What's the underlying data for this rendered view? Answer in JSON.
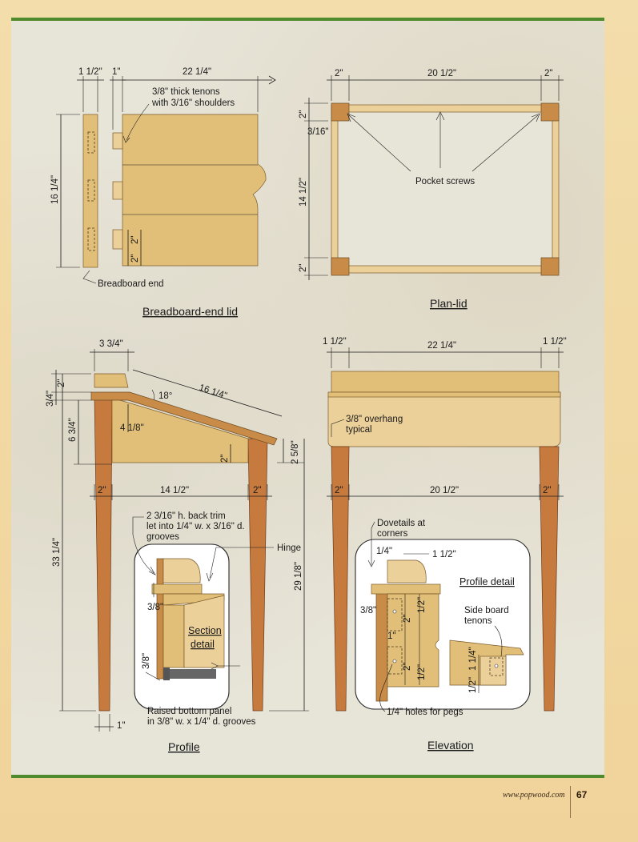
{
  "titles": {
    "breadboard": "Breadboard-end lid",
    "plan": "Plan-lid",
    "profile": "Profile",
    "elevation": "Elevation",
    "section": "Section detail",
    "profile_detail": "Profile detail"
  },
  "breadboard": {
    "w1": "1 1/2\"",
    "w2": "1\"",
    "w3": "22 1/4\"",
    "tenon1": "3/8\" thick tenons",
    "tenon2": "with 3/16\" shoulders",
    "height": "16 1/4\"",
    "t1": "2\"",
    "t2": "2\"",
    "end_label": "Breadboard end"
  },
  "plan": {
    "left": "2\"",
    "mid": "20 1/2\"",
    "right": "2\"",
    "top": "2\"",
    "side": "3/16\"",
    "height": "14 1/2\"",
    "bottom": "2\"",
    "screws": "Pocket screws"
  },
  "profile": {
    "top_w": "3 3/4\"",
    "angle": "18°",
    "slope": "16 1/4\"",
    "d34": "3/4\"",
    "d2": "2\"",
    "d634": "6 3/4\"",
    "d418": "4 1/8\"",
    "d2b": "2\"",
    "d258": "2 5/8\"",
    "leg_l": "2\"",
    "span": "14 1/2\"",
    "leg_r": "2\"",
    "height": "33 1/4\"",
    "inner_h": "29 1/8\"",
    "foot": "1\"",
    "trim1": "2 3/16\" h. back trim",
    "trim2": "let into 1/4\" w. x 3/16\" d.",
    "trim3": "grooves",
    "hinge": "Hinge",
    "s38a": "3/8\"",
    "s38b": "3/8\"",
    "panel1": "Raised bottom panel",
    "panel2": "in 3/8\" w. x 1/4\" d. grooves"
  },
  "elevation": {
    "left": "1 1/2\"",
    "mid": "22 1/4\"",
    "right": "1 1/2\"",
    "overhang1": "3/8\" overhang",
    "overhang2": "typical",
    "leg_l": "2\"",
    "span": "20 1/2\"",
    "leg_r": "2\"",
    "dovetail1": "Dovetails at",
    "dovetail2": "corners",
    "d14": "1/4\"",
    "d112": "1 1/2\"",
    "d38": "3/8\"",
    "d2a": "2\"",
    "d12a": "1/2\"",
    "d1": "1\"",
    "d2b": "2\"",
    "d12b": "1/2\"",
    "side1": "Side board",
    "side2": "tenons",
    "d114": "1 1/4\"",
    "d12c": "1/2\"",
    "pegs": "1/4\" holes for pegs"
  },
  "footer": {
    "url": "www.popwood.com",
    "page": "67"
  }
}
